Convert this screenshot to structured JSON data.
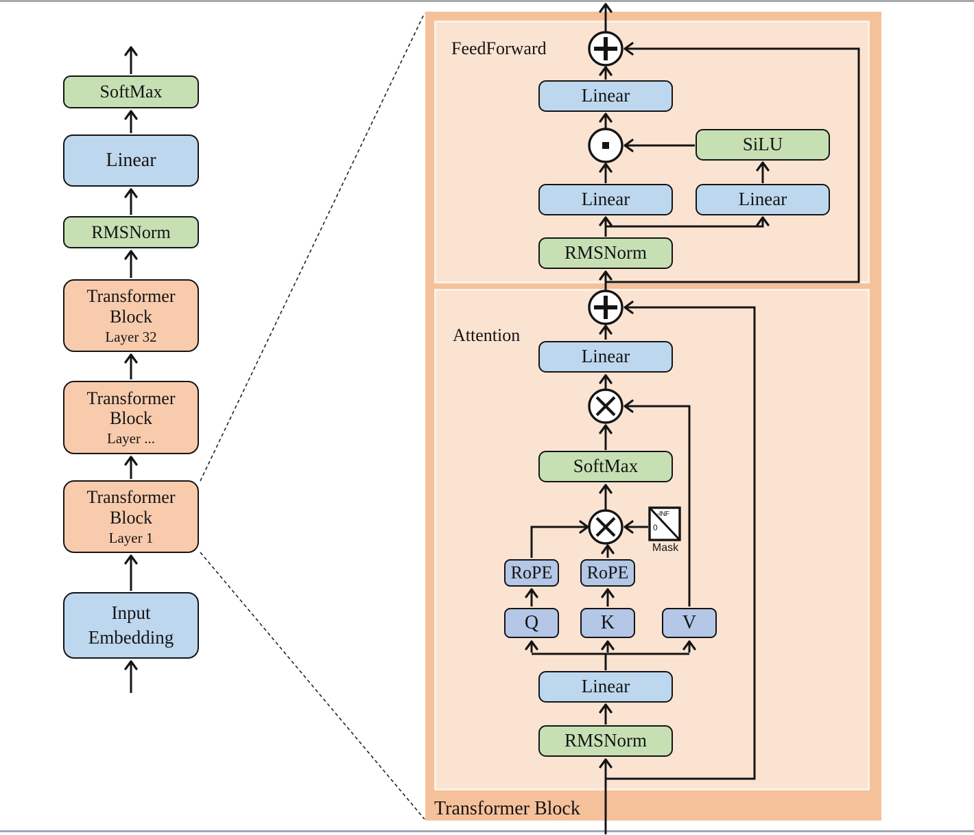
{
  "colors": {
    "green": "#c6e0b4",
    "blue": "#bdd7ee",
    "deep_blue": "#b4c7e7",
    "orange": "#f8cbad",
    "panel_outer": "#f5c19b",
    "panel_inner": "#fbe3d2",
    "line": "#141414"
  },
  "left_column": {
    "nodes": [
      {
        "label": "SoftMax"
      },
      {
        "label": "Linear"
      },
      {
        "label": "RMSNorm"
      },
      {
        "line1": "Transformer",
        "line2": "Block",
        "layer": "Layer 32"
      },
      {
        "line1": "Transformer",
        "line2": "Block",
        "layer": "Layer ..."
      },
      {
        "line1": "Transformer",
        "line2": "Block",
        "layer": "Layer 1"
      },
      {
        "line1": "Input",
        "line2": "Embedding"
      }
    ]
  },
  "panel": {
    "title": "Transformer Block",
    "feedforward": {
      "label": "FeedForward",
      "linear_down": "Linear",
      "silu": "SiLU",
      "linear_gate": "Linear",
      "linear_up": "Linear",
      "rmsnorm": "RMSNorm"
    },
    "attention": {
      "label": "Attention",
      "linear_out": "Linear",
      "softmax": "SoftMax",
      "rope_q": "RoPE",
      "rope_k": "RoPE",
      "q": "Q",
      "k": "K",
      "v": "V",
      "linear_qkv": "Linear",
      "rmsnorm": "RMSNorm",
      "mask": {
        "zero": "0",
        "neg_inf": "-INF",
        "label": "Mask"
      }
    }
  }
}
